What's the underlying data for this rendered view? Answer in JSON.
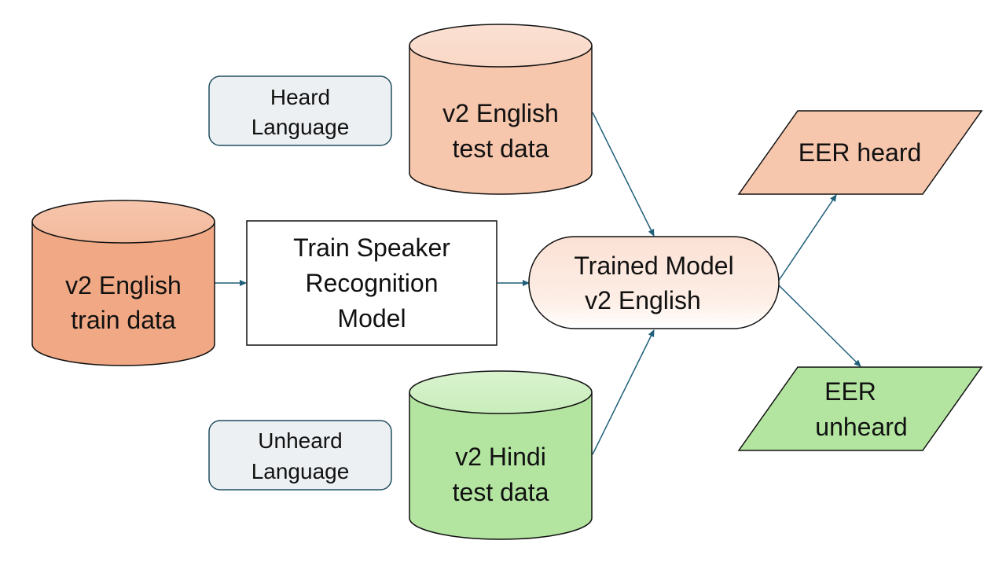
{
  "nodes": {
    "train_data": {
      "line1": "v2 English",
      "line2": "train data"
    },
    "train_model": {
      "line1": "Train Speaker",
      "line2": "Recognition",
      "line3": "Model"
    },
    "english_test": {
      "line1": "v2 English",
      "line2": "test data"
    },
    "hindi_test": {
      "line1": "v2 Hindi",
      "line2": "test data"
    },
    "trained_model": {
      "line1": "Trained Model",
      "line2": "v2 English"
    },
    "eer_heard": {
      "line1": "EER heard"
    },
    "eer_unheard": {
      "line1": "EER",
      "line2": "unheard"
    }
  },
  "labels": {
    "heard": {
      "line1": "Heard",
      "line2": "Language"
    },
    "unheard": {
      "line1": "Unheard",
      "line2": "Language"
    }
  },
  "colors": {
    "train_fill": "#f1a985",
    "english_test_fill": "#f6c6ad",
    "hindi_test_fill": "#b3e5a1",
    "eer_heard_fill": "#f6c6ad",
    "eer_unheard_fill": "#b3e5a1",
    "label_fill": "#edf0f2",
    "arrow": "#1f5f7a"
  }
}
